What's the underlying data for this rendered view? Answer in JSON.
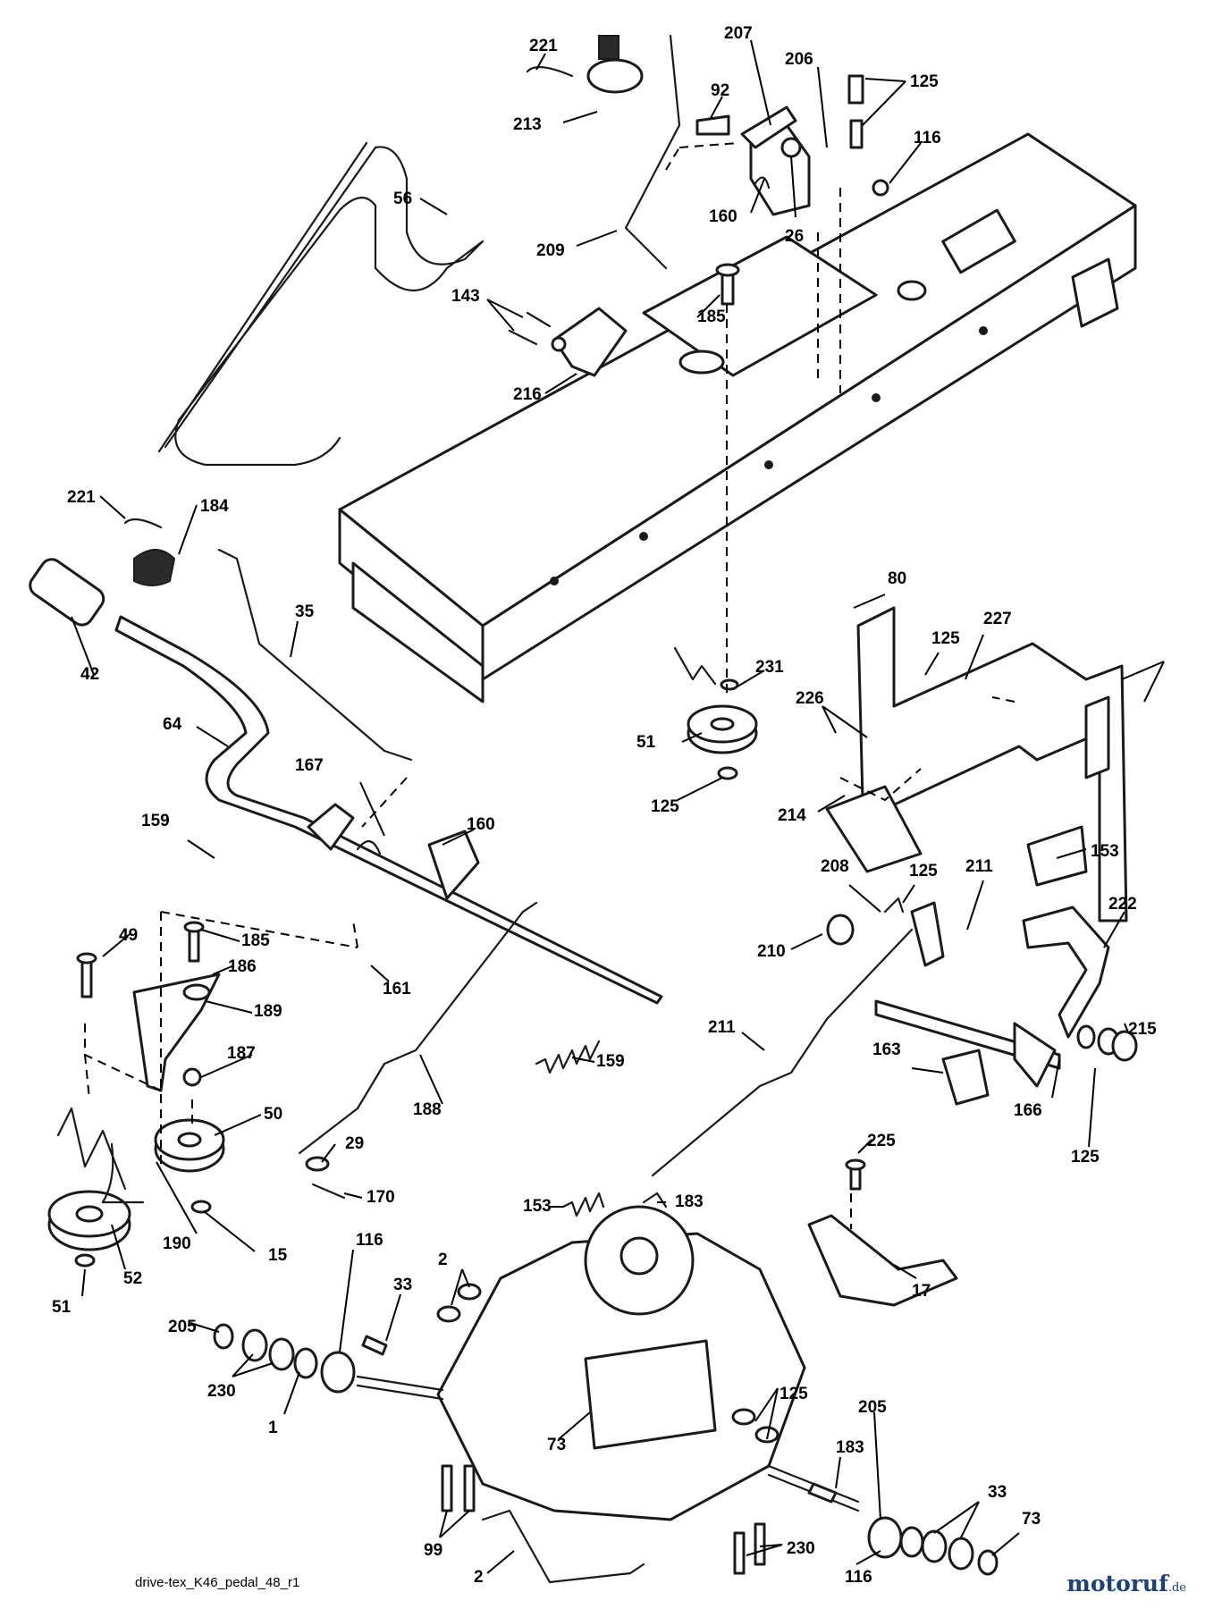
{
  "caption": "drive-tex_K46_pedal_48_r1",
  "watermark": {
    "main": "motoruf",
    "suffix": ".de",
    "color": "#1d3f7a"
  },
  "callouts": [
    "221",
    "213",
    "207",
    "92",
    "206",
    "125",
    "116",
    "56",
    "160",
    "26",
    "209",
    "185",
    "143",
    "216",
    "221",
    "184",
    "42",
    "35",
    "64",
    "167",
    "159",
    "160",
    "49",
    "185",
    "186",
    "189",
    "187",
    "50",
    "190",
    "52",
    "51",
    "15",
    "29",
    "188",
    "161",
    "159",
    "170",
    "231",
    "51",
    "125",
    "80",
    "125",
    "227",
    "226",
    "214",
    "153",
    "208",
    "125",
    "211",
    "210",
    "222",
    "215",
    "163",
    "211",
    "166",
    "125",
    "225",
    "17",
    "153",
    "183",
    "116",
    "2",
    "33",
    "205",
    "230",
    "1",
    "73",
    "99",
    "2",
    "183",
    "205",
    "33",
    "73",
    "230",
    "116",
    "125"
  ]
}
